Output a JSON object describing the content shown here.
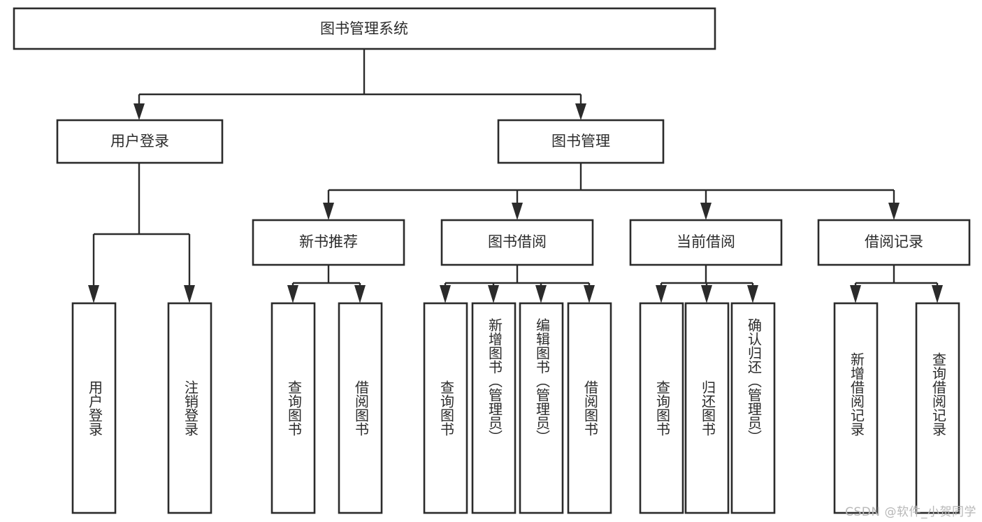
{
  "diagram": {
    "title": "图书管理系统",
    "watermark": "CSDN @软件_小贺同学",
    "colors": {
      "background": "#ffffff",
      "box_fill": "#ffffff",
      "box_stroke": "#2b2b2b",
      "text": "#2b2b2b",
      "watermark": "#b8b8b8"
    },
    "root": {
      "label": "图书管理系统",
      "orientation": "horizontal"
    },
    "level1": [
      {
        "label": "用户登录",
        "orientation": "horizontal"
      },
      {
        "label": "图书管理",
        "orientation": "horizontal"
      }
    ],
    "level2": [
      {
        "label": "新书推荐",
        "orientation": "horizontal"
      },
      {
        "label": "图书借阅",
        "orientation": "horizontal"
      },
      {
        "label": "当前借阅",
        "orientation": "horizontal"
      },
      {
        "label": "借阅记录",
        "orientation": "horizontal"
      }
    ],
    "leaves": {
      "user_login": [
        {
          "label": "用户登录",
          "orientation": "vertical"
        },
        {
          "label": "注销登录",
          "orientation": "vertical"
        }
      ],
      "new_book_recommend": [
        {
          "label": "查询图书",
          "orientation": "vertical"
        },
        {
          "label": "借阅图书",
          "orientation": "vertical"
        }
      ],
      "book_borrow": [
        {
          "label": "查询图书",
          "orientation": "vertical"
        },
        {
          "label": "新增图书（管理员）",
          "orientation": "vertical"
        },
        {
          "label": "编辑图书（管理员）",
          "orientation": "vertical"
        },
        {
          "label": "借阅图书",
          "orientation": "vertical"
        }
      ],
      "current_borrow": [
        {
          "label": "查询图书",
          "orientation": "vertical"
        },
        {
          "label": "归还图书",
          "orientation": "vertical"
        },
        {
          "label": "确认归还（管理员）",
          "orientation": "vertical"
        }
      ],
      "borrow_record": [
        {
          "label": "新增借阅记录",
          "orientation": "vertical"
        },
        {
          "label": "查询借阅记录",
          "orientation": "vertical"
        }
      ]
    }
  }
}
